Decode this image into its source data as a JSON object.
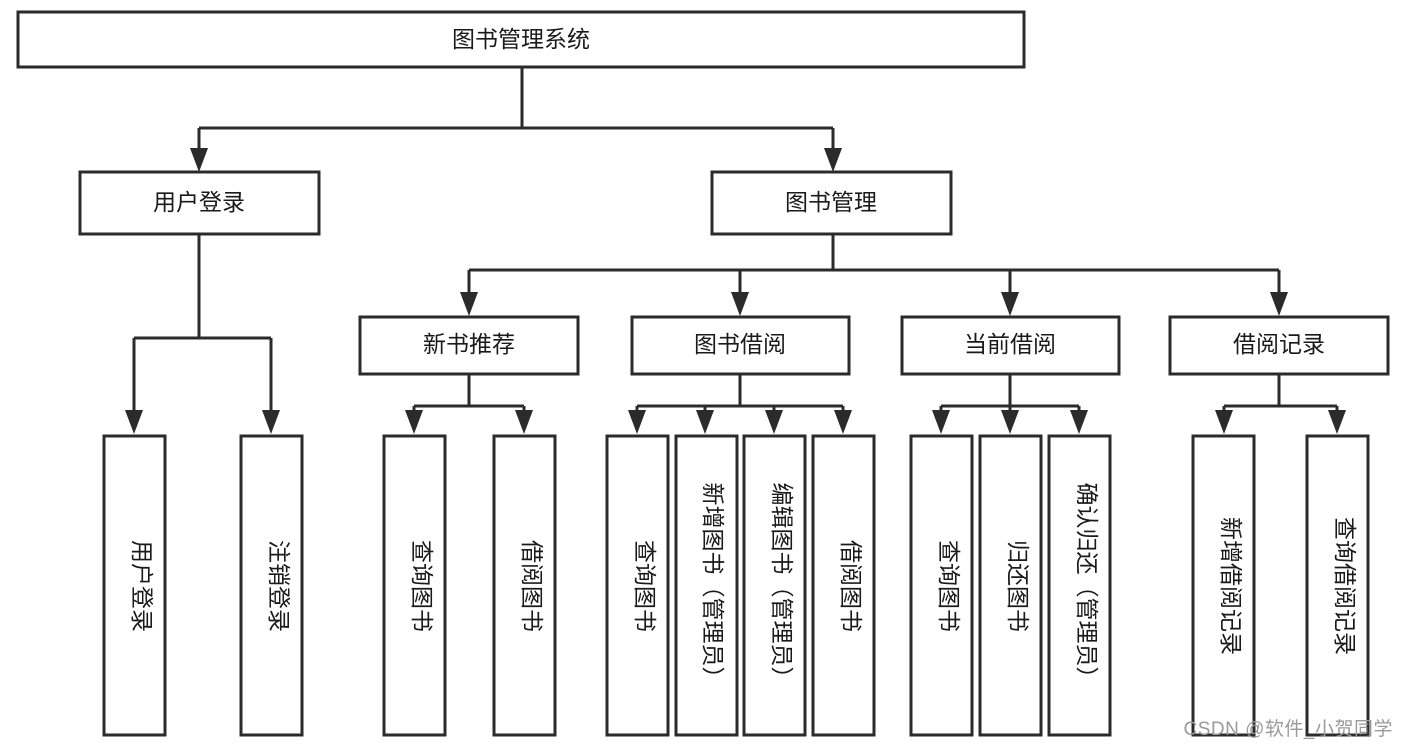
{
  "diagram": {
    "type": "tree",
    "title": "图书管理系统",
    "orientation": "top-down",
    "colors": {
      "box_fill": "#ffffff",
      "box_stroke": "#2b2b2b",
      "text": "#1a1a1a",
      "watermark": "#9a9a9a",
      "background": "#ffffff"
    },
    "root": {
      "label": "图书管理系统"
    },
    "level1": [
      {
        "label": "用户登录"
      },
      {
        "label": "图书管理"
      }
    ],
    "level2": [
      {
        "label": "新书推荐",
        "parent": "图书管理"
      },
      {
        "label": "图书借阅",
        "parent": "图书管理"
      },
      {
        "label": "当前借阅",
        "parent": "图书管理"
      },
      {
        "label": "借阅记录",
        "parent": "图书管理"
      }
    ],
    "leaves": {
      "user_login": [
        {
          "label": "用户登录"
        },
        {
          "label": "注销登录"
        }
      ],
      "new_book_recommend": [
        {
          "label": "查询图书"
        },
        {
          "label": "借阅图书"
        }
      ],
      "book_borrow": [
        {
          "label": "查询图书"
        },
        {
          "label": "新增图书（管理员）"
        },
        {
          "label": "编辑图书（管理员）"
        },
        {
          "label": "借阅图书"
        }
      ],
      "current_borrow": [
        {
          "label": "查询图书"
        },
        {
          "label": "归还图书"
        },
        {
          "label": "确认归还（管理员）"
        }
      ],
      "borrow_record": [
        {
          "label": "新增借阅记录"
        },
        {
          "label": "查询借阅记录"
        }
      ]
    }
  },
  "watermark": {
    "text": "CSDN @软件_小贺同学"
  }
}
